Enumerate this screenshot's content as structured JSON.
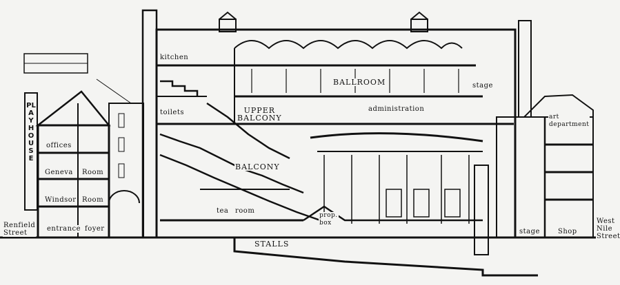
{
  "sign": {
    "text": "PLAYHOUSE"
  },
  "labels": {
    "renfield_street": [
      "Renfield",
      "Street"
    ],
    "entrance": "entrance",
    "foyer": "foyer",
    "windsor_room": [
      "Windsor",
      "Room"
    ],
    "geneva_room": [
      "Geneva",
      "Room"
    ],
    "offices": "offices",
    "kitchen": "kitchen",
    "toilets": "toilets",
    "upper_balcony": [
      "UPPER",
      "BALCONY"
    ],
    "balcony": "BALCONY",
    "ballroom": "BALLROOM",
    "administration": "administration",
    "stage_upper": "stage",
    "art_department": [
      "art",
      "department"
    ],
    "tea_room": [
      "tea",
      "room"
    ],
    "prop_box": [
      "prop.",
      "box"
    ],
    "stalls": "STALLS",
    "stage_main": "stage",
    "shop": "Shop",
    "west_nile_street": [
      "West",
      "Nile",
      "Street"
    ]
  }
}
